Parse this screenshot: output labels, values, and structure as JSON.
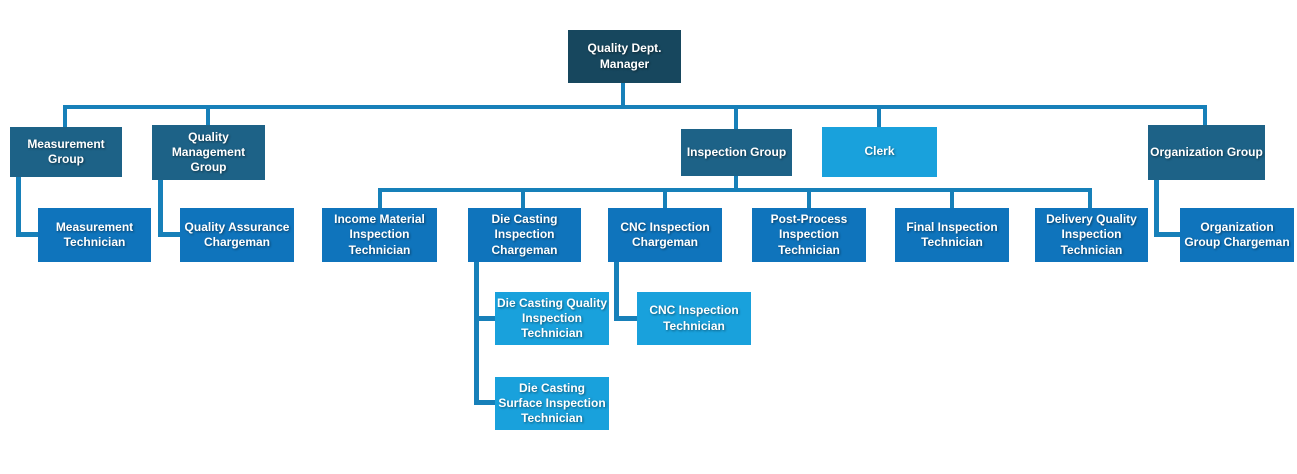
{
  "nodes": {
    "manager": "Quality Dept. Manager",
    "measurement_group": "Measurement Group",
    "quality_management_group": "Quality Management Group",
    "inspection_group": "Inspection Group",
    "clerk": "Clerk",
    "organization_group": "Organization Group",
    "measurement_technician": "Measurement Technician",
    "quality_assurance_chargeman": "Quality Assurance Chargeman",
    "income_material_inspection_technician": "Income Material Inspection Technician",
    "die_casting_inspection_chargeman": "Die Casting Inspection Chargeman",
    "cnc_inspection_chargeman": "CNC Inspection Chargeman",
    "post_process_inspection_technician": "Post-Process Inspection Technician",
    "final_inspection_technician": "Final Inspection Technician",
    "delivery_quality_inspection_technician": "Delivery Quality Inspection Technician",
    "organization_group_chargeman": "Organization Group Chargeman",
    "die_casting_quality_inspection_technician": "Die Casting Quality Inspection Technician",
    "cnc_inspection_technician": "CNC Inspection Technician",
    "die_casting_surface_inspection_technician": "Die Casting Surface Inspection Technician"
  },
  "hierarchy": {
    "Quality Dept. Manager": [
      "Measurement Group",
      "Quality Management Group",
      "Inspection Group",
      "Clerk",
      "Organization Group"
    ],
    "Measurement Group": [
      "Measurement Technician"
    ],
    "Quality Management Group": [
      "Quality Assurance Chargeman"
    ],
    "Inspection Group": [
      "Income Material Inspection Technician",
      "Die Casting Inspection Chargeman",
      "CNC Inspection Chargeman",
      "Post-Process Inspection Technician",
      "Final Inspection Technician",
      "Delivery Quality Inspection Technician"
    ],
    "Organization Group": [
      "Organization Group Chargeman"
    ],
    "Die Casting Inspection Chargeman": [
      "Die Casting Quality Inspection Technician",
      "Die Casting Surface Inspection Technician"
    ],
    "CNC Inspection Chargeman": [
      "CNC Inspection Technician"
    ]
  },
  "colors": {
    "level1_bg": "#17475E",
    "level2_bg": "#1D6287",
    "level3_bg": "#0F74BC",
    "light_bg": "#19A1DC",
    "connector": "#1780B9",
    "text": "#FFFFFF"
  }
}
